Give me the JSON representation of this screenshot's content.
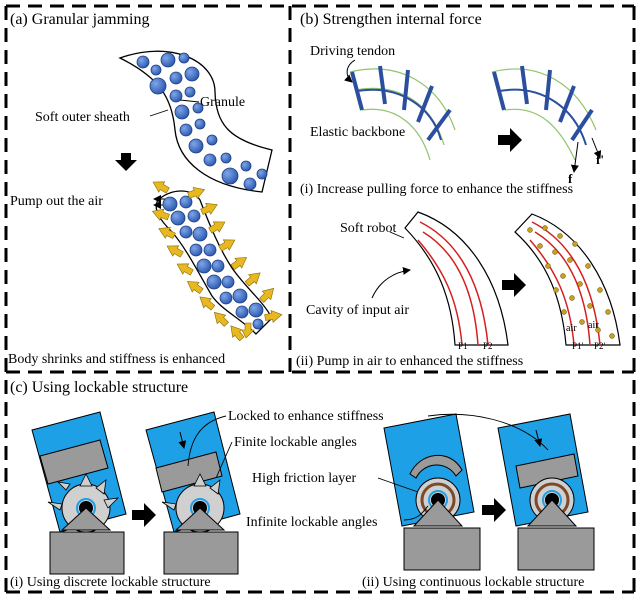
{
  "panel_a": {
    "title": "(a) Granular jamming",
    "granule": "Granule",
    "sheath": "Soft outer sheath",
    "pump": "Pump out the air",
    "caption": "Body shrinks and stiffness is enhanced"
  },
  "panel_b": {
    "title": "(b) Strengthen internal force",
    "tendon": "Driving tendon",
    "backbone": "Elastic backbone",
    "force": "f",
    "force_prime": "f'",
    "caption_i": "(i) Increase pulling force to enhance the stiffness",
    "soft_robot": "Soft robot",
    "cavity": "Cavity of input air",
    "p1": "P1",
    "p2": "P2",
    "p1p": "P1'",
    "p2p": "P2'",
    "air": "air",
    "caption_ii": "(ii) Pump in air to enhanced the stiffness"
  },
  "panel_c": {
    "title": "(c) Using lockable structure",
    "locked": "Locked to enhance stiffness",
    "finite": "Finite lockable angles",
    "friction": "High friction layer",
    "infinite": "Infinite lockable angles",
    "caption_i": "(i) Using discrete lockable structure",
    "caption_ii": "(ii) Using continuous lockable structure"
  },
  "colors": {
    "granule": "#3a6fc9",
    "arrow_yellow": "#e8b820",
    "tendon_blue": "#2b4f9e",
    "backbone_green": "#8fc46a",
    "cavity_red": "#d42020",
    "sky_blue": "#1ea0e6",
    "gray": "#9a9a9a",
    "friction_brown": "#7a4a2a"
  }
}
